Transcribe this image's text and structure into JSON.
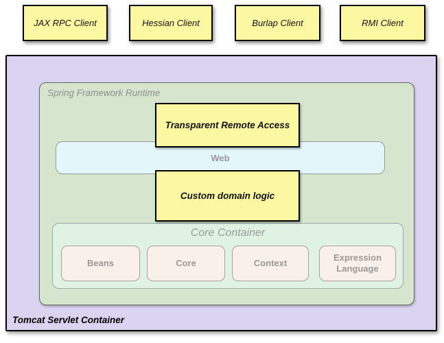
{
  "clients": [
    {
      "label": "JAX RPC Client"
    },
    {
      "label": "Hessian Client"
    },
    {
      "label": "Burlap Client"
    },
    {
      "label": "RMI Client"
    }
  ],
  "tomcat": {
    "label": "Tomcat Servlet Container"
  },
  "runtime": {
    "label": "Spring Framework Runtime"
  },
  "remote_access": {
    "label": "Transparent Remote Access"
  },
  "web": {
    "label": "Web"
  },
  "domain_logic": {
    "label": "Custom domain logic"
  },
  "core_container": {
    "label": "Core Container",
    "modules": [
      {
        "label": "Beans"
      },
      {
        "label": "Core"
      },
      {
        "label": "Context"
      },
      {
        "label": "Expression Language"
      }
    ]
  },
  "colors": {
    "client_box_fill": "#fbf8a1",
    "yellow_box_fill": "#fbf8a1",
    "tomcat_fill": "#dbd4f0",
    "runtime_fill": "#d5e5ce",
    "web_fill": "#e3f6fa",
    "core_fill": "#dff2e3",
    "module_fill": "#faf0ea",
    "gray_text": "#8f8f8f",
    "border_black": "#000000"
  }
}
